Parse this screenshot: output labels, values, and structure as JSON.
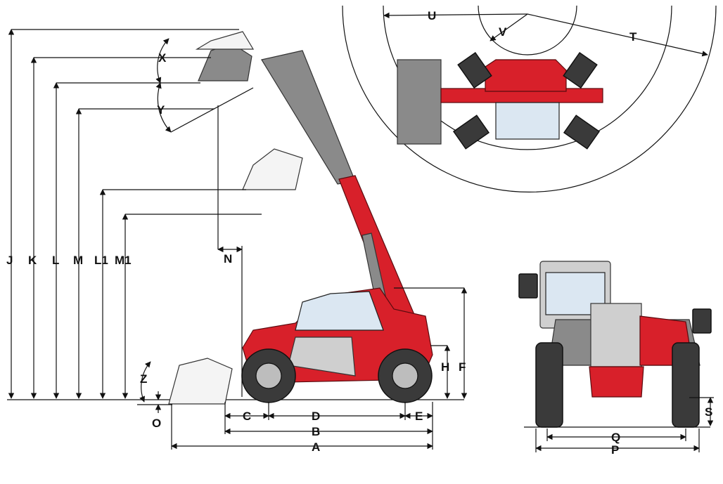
{
  "labels": {
    "A": "A",
    "B": "B",
    "C": "C",
    "D": "D",
    "E": "E",
    "F": "F",
    "H": "H",
    "J": "J",
    "K": "K",
    "L": "L",
    "M": "M",
    "L1": "L1",
    "M1": "M1",
    "N": "N",
    "O": "O",
    "P": "P",
    "Q": "Q",
    "S": "S",
    "T": "T",
    "U": "U",
    "V": "V",
    "X": "X",
    "Y": "Y",
    "Z": "Z"
  },
  "colors": {
    "machine_red": "#d8202a",
    "boom_grey": "#8a8a8a",
    "line": "#111111"
  },
  "views": [
    "side-view",
    "top-view",
    "front-view"
  ]
}
